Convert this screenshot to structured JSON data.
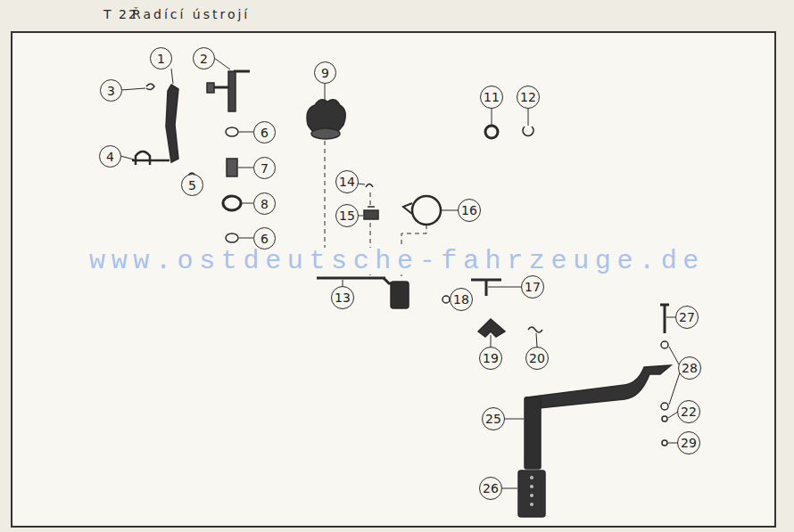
{
  "diagram": {
    "title": "Řadící ústrojí",
    "nodes": [
      {
        "text": [
          "1"
        ]
      },
      {
        "text": [
          "2"
        ]
      },
      {
        "text": [
          "3"
        ]
      },
      {
        "text": [
          "6"
        ]
      },
      {
        "text": [
          "4"
        ]
      },
      {
        "text": [
          "5"
        ]
      },
      {
        "text": [
          "7"
        ]
      },
      {
        "text": [
          "8"
        ]
      },
      {
        "text": [
          "6"
        ]
      },
      {
        "text": [
          "9"
        ]
      },
      {
        "text": [
          "11"
        ]
      },
      {
        "text": [
          "12"
        ]
      },
      {
        "text": [
          "14"
        ]
      },
      {
        "text": [
          "15"
        ]
      },
      {
        "text": [
          "16"
        ]
      },
      {
        "text": [
          "13"
        ]
      },
      {
        "text": [
          "17"
        ]
      },
      {
        "text": [
          "18"
        ]
      },
      {
        "text": [
          "19"
        ]
      },
      {
        "text": [
          "20"
        ]
      },
      {
        "text": [
          "27"
        ]
      },
      {
        "text": [
          "28"
        ]
      },
      {
        "text": [
          "25"
        ]
      },
      {
        "text": [
          "22"
        ]
      },
      {
        "text": [
          "29"
        ]
      },
      {
        "text": [
          "26"
        ]
      }
    ],
    "labels": [
      "T 22",
      "www.ostdeutsche-fahrzeuge.de"
    ]
  }
}
